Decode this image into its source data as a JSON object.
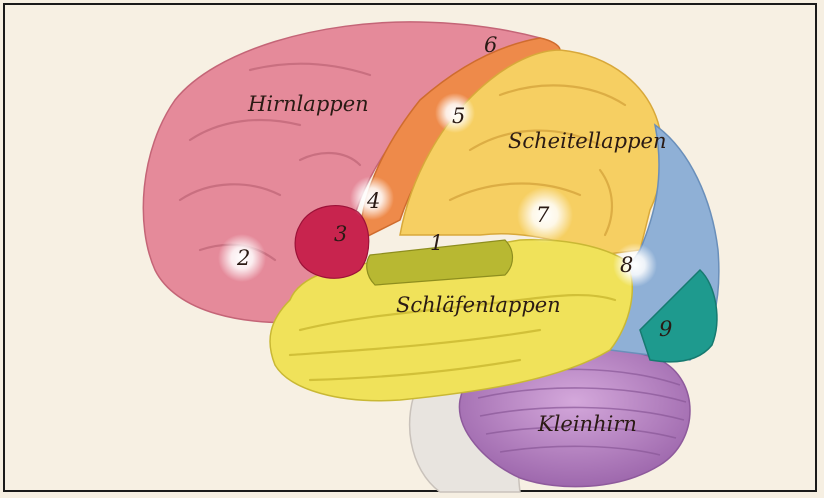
{
  "labels": {
    "frontal": "Hirnlappen",
    "parietal": "Scheitellappen",
    "temporal": "Schläfenlappen",
    "cerebellum": "Kleinhirn"
  },
  "markers": {
    "m1": "1",
    "m2": "2",
    "m3": "3",
    "m4": "4",
    "m5": "5",
    "m6": "6",
    "m7": "7",
    "m8": "8",
    "m9": "9"
  },
  "colors": {
    "frontal": "#e58a9a",
    "premotor": "#ee8a4a",
    "parietal": "#f6cf62",
    "temporal": "#f0e25a",
    "auditory": "#b8b832",
    "broca": "#c8244e",
    "occipital": "#8fb0d6",
    "visual": "#1e9a8e",
    "cerebellum": "#b987c4",
    "brainstem": "#e8e4df"
  }
}
